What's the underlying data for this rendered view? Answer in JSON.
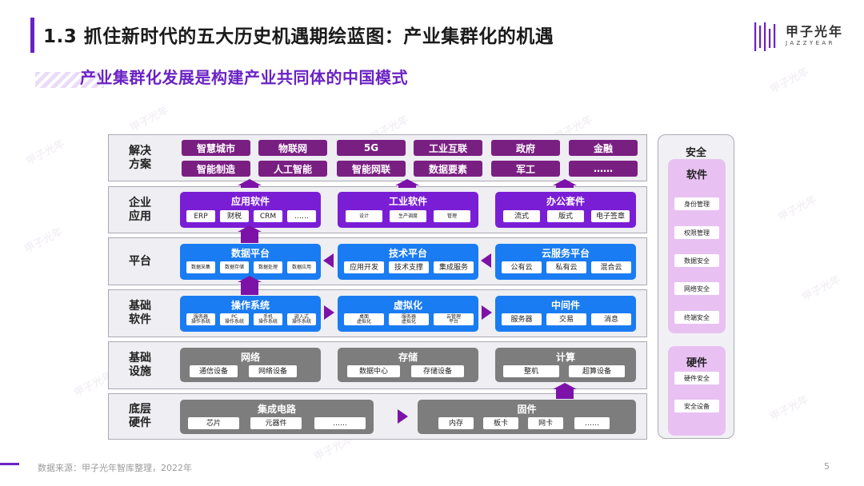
{
  "title": "1.3 抓住新时代的五大历史机遇期绘蓝图：产业集群化的机遇",
  "subtitle": "产业集群化发展是构建产业共同体的中国模式",
  "logo": {
    "cn": "甲子光年",
    "en": "JAZZYEAR",
    "color": "#6a22c4"
  },
  "watermark": "甲子光年",
  "rows": {
    "solutions": {
      "label": "解决\n方案",
      "items": [
        "智慧城市",
        "物联网",
        "5G",
        "工业互联",
        "政府",
        "金融",
        "智能制造",
        "人工智能",
        "智能网联",
        "数据要素",
        "军工",
        "……"
      ]
    },
    "enterprise": {
      "label": "企业\n应用",
      "boxes": [
        {
          "title": "应用软件",
          "items": [
            "ERP",
            "财税",
            "CRM",
            "……"
          ]
        },
        {
          "title": "工业软件",
          "items": [
            "设计",
            "生产调度",
            "管理"
          ]
        },
        {
          "title": "办公套件",
          "items": [
            "流式",
            "版式",
            "电子签章"
          ]
        }
      ]
    },
    "platform": {
      "label": "平台",
      "boxes": [
        {
          "title": "数据平台",
          "items": [
            "数据采集",
            "数据存储",
            "数据处理",
            "数据应用"
          ]
        },
        {
          "title": "技术平台",
          "items": [
            "应用开发",
            "技术支撑",
            "集成服务"
          ]
        },
        {
          "title": "云服务平台",
          "items": [
            "公有云",
            "私有云",
            "混合云"
          ]
        }
      ]
    },
    "base_software": {
      "label": "基础\n软件",
      "boxes": [
        {
          "title": "操作系统",
          "items": [
            "服务器\n操作系统",
            "PC\n操作系统",
            "手机\n操作系统",
            "嵌入式\n操作系统"
          ]
        },
        {
          "title": "虚拟化",
          "items": [
            "桌面\n虚拟化",
            "服务器\n虚拟化",
            "云管理\n平台"
          ]
        },
        {
          "title": "中间件",
          "items": [
            "服务器",
            "交易",
            "消息"
          ]
        }
      ]
    },
    "infrastructure": {
      "label": "基础\n设施",
      "boxes": [
        {
          "title": "网络",
          "items": [
            "通信设备",
            "网络设备"
          ]
        },
        {
          "title": "存储",
          "items": [
            "数据中心",
            "存储设备"
          ]
        },
        {
          "title": "计算",
          "items": [
            "整机",
            "超算设备"
          ]
        }
      ]
    },
    "hardware": {
      "label": "底层\n硬件",
      "boxes": [
        {
          "title": "集成电路",
          "items": [
            "芯片",
            "元器件",
            "……"
          ]
        },
        {
          "title": "固件",
          "items": [
            "内存",
            "板卡",
            "网卡",
            "……"
          ]
        }
      ]
    }
  },
  "security": {
    "title": "安全",
    "software": {
      "title": "软件",
      "items": [
        "身份管理",
        "权限管理",
        "数据安全",
        "网络安全",
        "终端安全"
      ]
    },
    "hardware": {
      "title": "硬件",
      "items": [
        "硬件安全",
        "安全设备"
      ]
    }
  },
  "colors": {
    "solution": "#7a1f82",
    "enterprise": "#7a1ed6",
    "platform": "#1a7cf2",
    "gray": "#7d7d7d",
    "security_panel": "#e8c1f2",
    "arrow": "#7d12a8"
  },
  "footer": {
    "source": "数据来源：甲子光年智库整理，2022年",
    "page": "5"
  }
}
